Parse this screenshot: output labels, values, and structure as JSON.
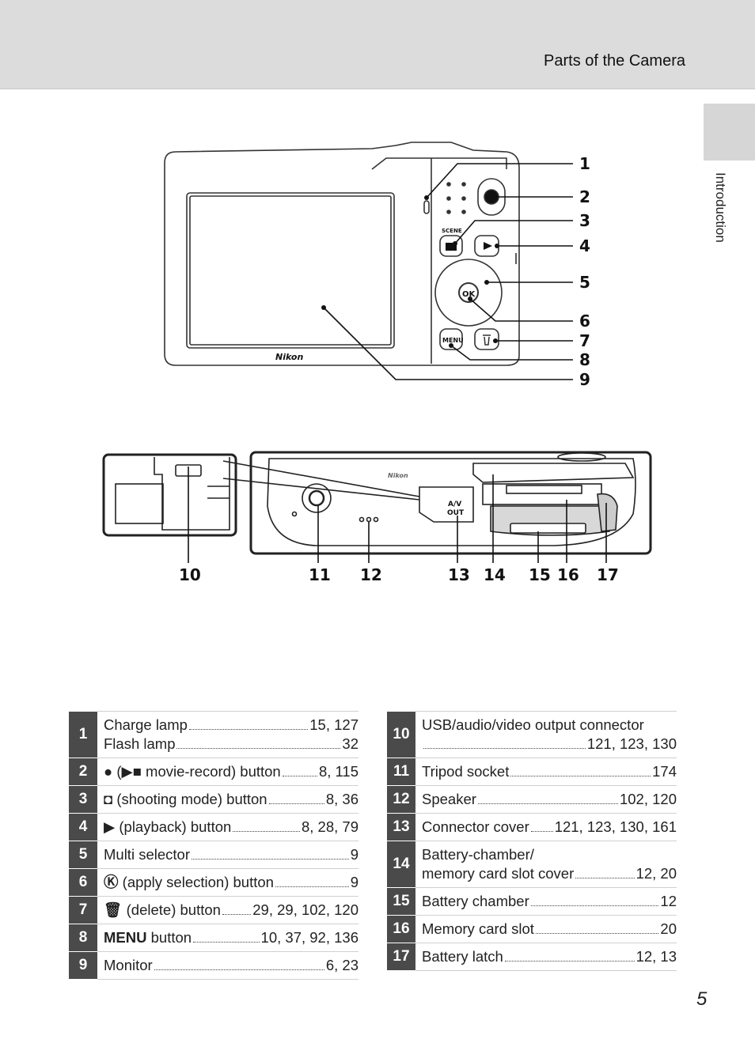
{
  "header": {
    "section_title": "Parts of the Camera"
  },
  "side_tab": {
    "label": "Introduction"
  },
  "figure": {
    "brand_mark": "Nikon",
    "av_port_text": [
      "A/V",
      "OUT"
    ],
    "callouts_rear": [
      "1",
      "2",
      "3",
      "4",
      "5",
      "6",
      "7",
      "8",
      "9"
    ],
    "callouts_bottom": [
      "10",
      "11",
      "12",
      "13",
      "14",
      "15",
      "16",
      "17"
    ],
    "ok_text": "OK",
    "menu_text": "MENU",
    "scene_text": "SCENE"
  },
  "table_left": [
    {
      "num": "1",
      "lines": [
        {
          "label": "Charge lamp",
          "pages": "15, 127"
        },
        {
          "label": "Flash lamp",
          "pages": "32"
        }
      ]
    },
    {
      "num": "2",
      "icon": "●",
      "lines": [
        {
          "label": " (▶■ movie-record) button",
          "pages": "8, 115"
        }
      ]
    },
    {
      "num": "3",
      "icon": "◘",
      "lines": [
        {
          "label": " (shooting mode) button",
          "pages": "8, 36"
        }
      ]
    },
    {
      "num": "4",
      "icon": "▶",
      "lines": [
        {
          "label": " (playback) button",
          "pages": "8, 28, 79"
        }
      ]
    },
    {
      "num": "5",
      "lines": [
        {
          "label": "Multi selector",
          "pages": "9"
        }
      ]
    },
    {
      "num": "6",
      "icon": "Ⓚ",
      "lines": [
        {
          "label": " (apply selection) button",
          "pages": "9"
        }
      ]
    },
    {
      "num": "7",
      "icon": "🗑",
      "lines": [
        {
          "label": " (delete) button",
          "pages": "29, 29, 102, 120"
        }
      ]
    },
    {
      "num": "8",
      "icon": "MENU",
      "lines": [
        {
          "label": " button",
          "pages": "10, 37, 92, 136"
        }
      ]
    },
    {
      "num": "9",
      "lines": [
        {
          "label": "Monitor",
          "pages": "6, 23"
        }
      ]
    }
  ],
  "table_right": [
    {
      "num": "10",
      "lines": [
        {
          "label": "USB/audio/video output connector",
          "pages": ""
        },
        {
          "label": "",
          "pages": "121, 123, 130"
        }
      ]
    },
    {
      "num": "11",
      "lines": [
        {
          "label": "Tripod socket",
          "pages": "174"
        }
      ]
    },
    {
      "num": "12",
      "lines": [
        {
          "label": "Speaker",
          "pages": "102, 120"
        }
      ]
    },
    {
      "num": "13",
      "lines": [
        {
          "label": "Connector cover",
          "pages": "121, 123, 130, 161"
        }
      ]
    },
    {
      "num": "14",
      "lines": [
        {
          "label": "Battery-chamber/",
          "pages": ""
        },
        {
          "label": "memory card slot cover",
          "pages": "12, 20"
        }
      ]
    },
    {
      "num": "15",
      "lines": [
        {
          "label": "Battery chamber",
          "pages": "12"
        }
      ]
    },
    {
      "num": "16",
      "lines": [
        {
          "label": "Memory card slot",
          "pages": "20"
        }
      ]
    },
    {
      "num": "17",
      "lines": [
        {
          "label": "Battery latch",
          "pages": "12, 13"
        }
      ]
    }
  ],
  "page_number": "5"
}
